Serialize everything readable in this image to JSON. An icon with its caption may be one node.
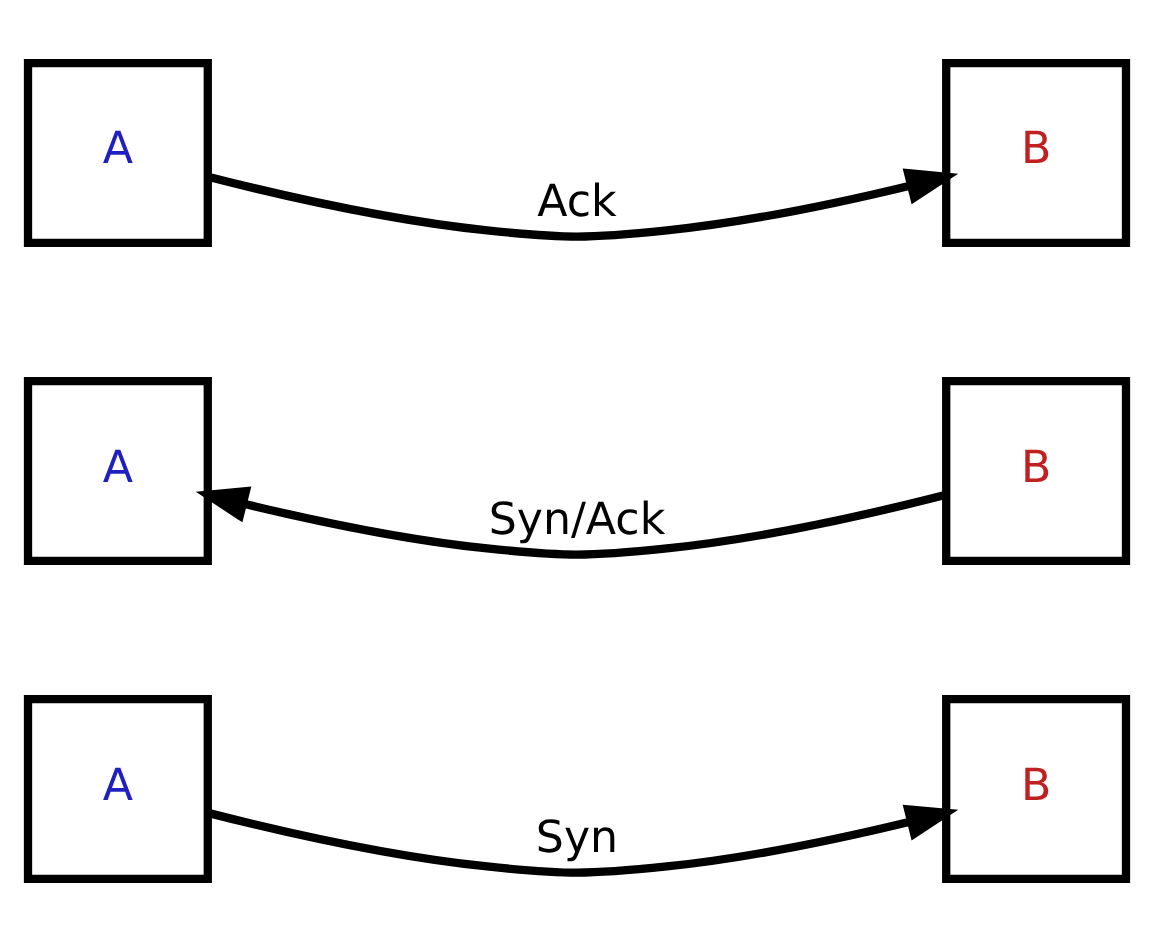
{
  "diagram": {
    "nodes": [
      {
        "text": [
          "A"
        ]
      },
      {
        "text": [
          "B"
        ]
      },
      {
        "text": [
          "A"
        ]
      },
      {
        "text": [
          "B"
        ]
      },
      {
        "text": [
          "A"
        ]
      },
      {
        "text": [
          "B"
        ]
      }
    ],
    "edges": [
      {
        "from": 0,
        "to": 1,
        "arrow": "to",
        "label": "Syn"
      },
      {
        "from": 3,
        "to": 2,
        "arrow": "to",
        "label": "Syn/Ack"
      },
      {
        "from": 4,
        "to": 5,
        "arrow": "to",
        "label": "Ack"
      }
    ]
  }
}
